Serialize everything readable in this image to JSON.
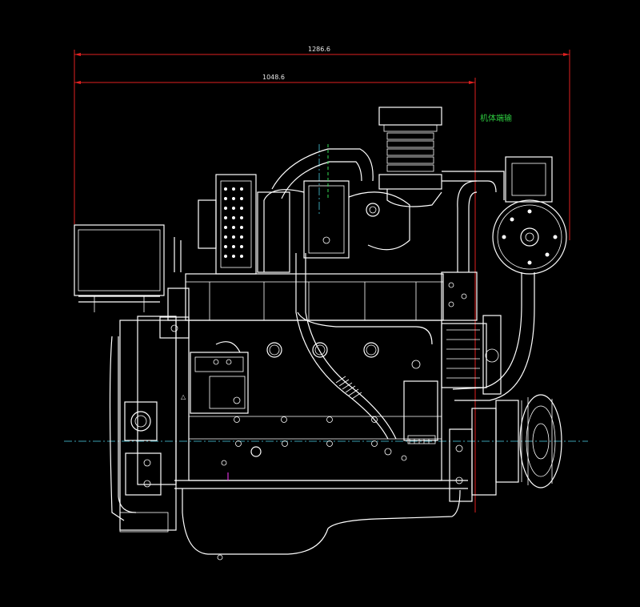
{
  "drawing": {
    "overall_length": "1286.6",
    "base_length": "1048.6",
    "flywheel_end_label": "机体端输"
  },
  "colors": {
    "background": "#000000",
    "linework": "#ffffff",
    "dimension": "#e02020",
    "centerline": "#3aa0b0",
    "annotation": "#2ecc40"
  }
}
